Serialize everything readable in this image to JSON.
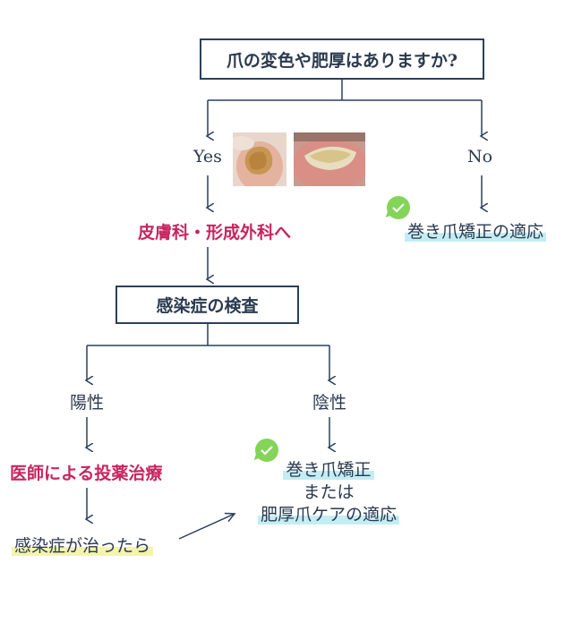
{
  "nodes": {
    "question": "爪の変色や肥厚はありますか?",
    "yes": "Yes",
    "no": "No",
    "dermatology": "皮膚科・形成外科へ",
    "no_result": "巻き爪矯正の適応",
    "infection_test": "感染症の検査",
    "positive": "陽性",
    "negative": "陰性",
    "medication": "医師による投薬治療",
    "cured": "感染症が治ったら",
    "negative_result": {
      "line1": "巻き爪矯正",
      "line2": "または",
      "line3": "肥厚爪ケアの適応"
    }
  },
  "images": [
    "toenail-photo-1",
    "toenail-photo-2"
  ],
  "colors": {
    "box_border": "#2b4059",
    "accent_pink": "#c8255f",
    "highlight_cyan": "#c4edf3",
    "highlight_yellow": "#f3f5a7",
    "check_green": "#84d45a"
  }
}
